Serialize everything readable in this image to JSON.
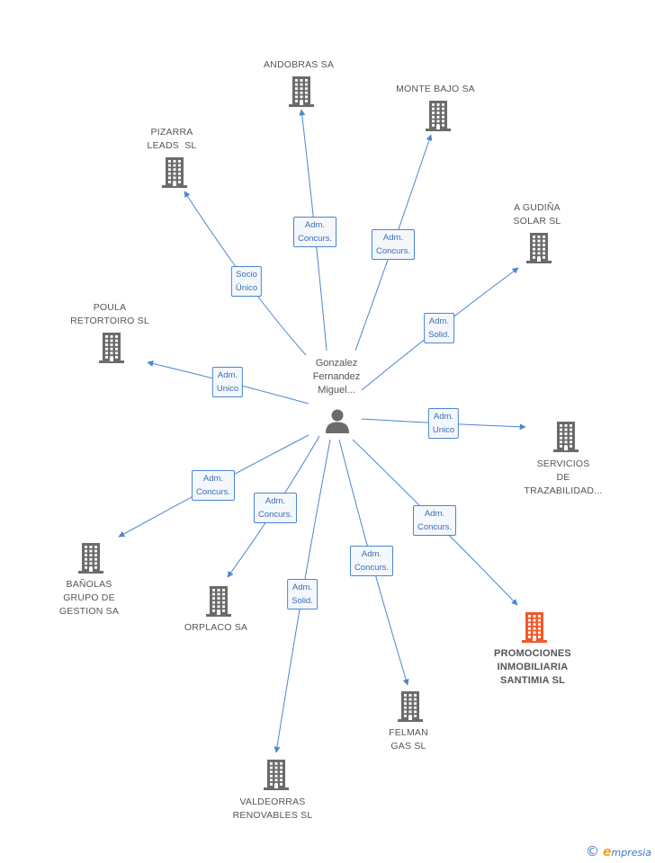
{
  "center": {
    "label": "Gonzalez\nFernandez\nMiguel...",
    "icon": "person-icon"
  },
  "nodes": [
    {
      "id": "andobras",
      "label": "ANDOBRAS SA",
      "highlight": false
    },
    {
      "id": "montebajo",
      "label": "MONTE BAJO SA",
      "highlight": false
    },
    {
      "id": "pizarra",
      "label": "PIZARRA\nLEADS  SL",
      "highlight": false
    },
    {
      "id": "gudina",
      "label": "A GUDIÑA\nSOLAR SL",
      "highlight": false
    },
    {
      "id": "poula",
      "label": "POULA\nRETORTOIRO SL",
      "highlight": false
    },
    {
      "id": "servicios",
      "label": "SERVICIOS\nDE\nTRAZABILIDAD...",
      "highlight": false
    },
    {
      "id": "banolas",
      "label": "BAÑOLAS\nGRUPO DE\nGESTION SA",
      "highlight": false
    },
    {
      "id": "orplaco",
      "label": "ORPLACO SA",
      "highlight": false
    },
    {
      "id": "promociones",
      "label": "PROMOCIONES\nINMOBILIARIA\nSANTIMIA SL",
      "highlight": true
    },
    {
      "id": "felman",
      "label": "FELMAN\nGAS SL",
      "highlight": false
    },
    {
      "id": "valdeorras",
      "label": "VALDEORRAS\nRENOVABLES SL",
      "highlight": false
    }
  ],
  "edges": [
    {
      "to": "andobras",
      "label": "Adm.\nConcurs."
    },
    {
      "to": "montebajo",
      "label": "Adm.\nConcurs."
    },
    {
      "to": "pizarra",
      "label": "Socio\nÚnico"
    },
    {
      "to": "gudina",
      "label": "Adm.\nSolid."
    },
    {
      "to": "poula",
      "label": "Adm.\nUnico"
    },
    {
      "to": "servicios",
      "label": "Adm.\nUnico"
    },
    {
      "to": "banolas",
      "label": "Adm.\nConcurs."
    },
    {
      "to": "orplaco",
      "label": "Adm.\nConcurs."
    },
    {
      "to": "promociones",
      "label": "Adm.\nConcurs."
    },
    {
      "to": "felman",
      "label": "Adm.\nConcurs."
    },
    {
      "to": "valdeorras",
      "label": "Adm.\nSolid."
    }
  ],
  "colors": {
    "edge": "#4a86d0",
    "building": "#6b6b6b",
    "building_highlight": "#f05a28",
    "person": "#6b6b6b"
  },
  "footer": {
    "copyright": "©",
    "brand_initial": "e",
    "brand_rest": "mpresia"
  }
}
